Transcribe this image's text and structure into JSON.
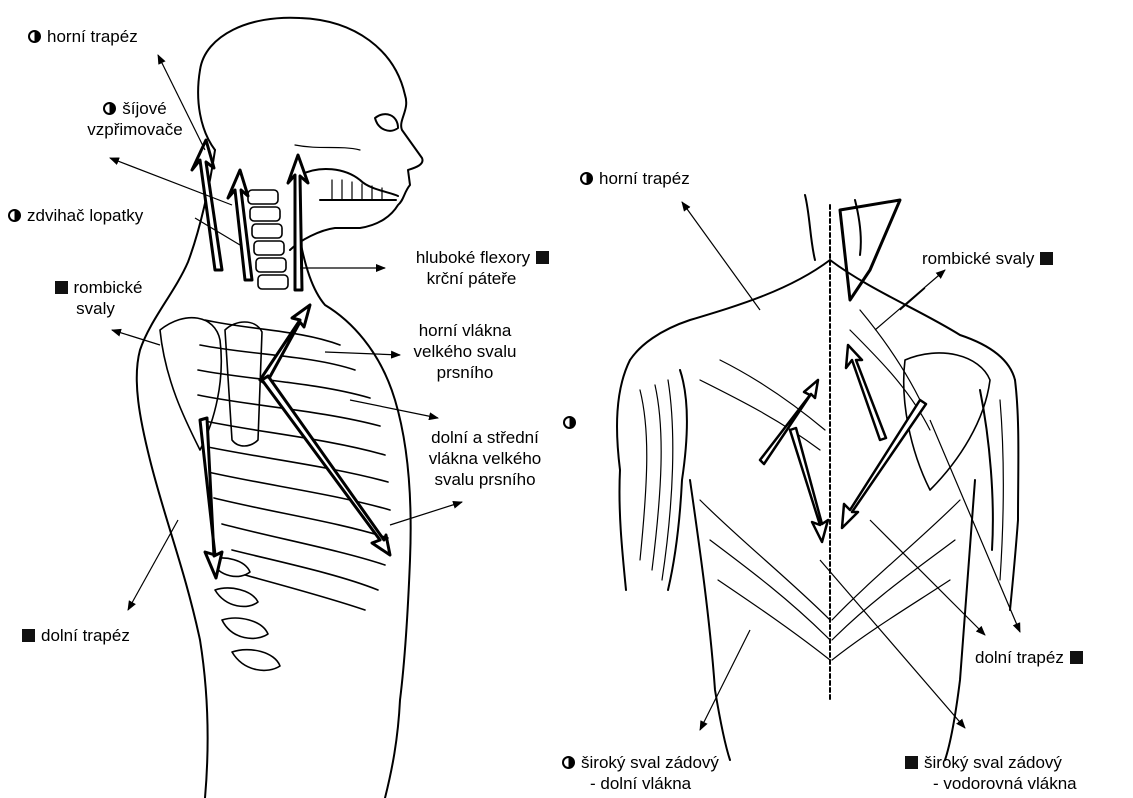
{
  "labels": {
    "left_upper_trapezius": "horní trapéz",
    "left_neck_erectors_line1": "šíjové",
    "left_neck_erectors_line2": "vzpřimovače",
    "left_levator_scapulae": "zdvihač lopatky",
    "left_rhomboids_line1": "rombické",
    "left_rhomboids_line2": "svaly",
    "left_deep_flexors_line1": "hluboké flexory",
    "left_deep_flexors_line2": "krční páteře",
    "left_upper_pec_line1": "horní vlákna",
    "left_upper_pec_line2": "velkého svalu",
    "left_upper_pec_line3": "prsního",
    "left_lower_pec_line1": "dolní a střední",
    "left_lower_pec_line2": "vlákna velkého",
    "left_lower_pec_line3": "svalu prsního",
    "left_lower_trapezius": "dolní trapéz",
    "right_upper_trapezius": "horní trapéz",
    "right_rhomboids": "rombické svaly",
    "right_lower_trapezius": "dolní trapéz",
    "right_lat_lower_line1": "široký sval zádový",
    "right_lat_lower_line2": "- dolní vlákna",
    "right_lat_horizontal_line1": "široký sval zádový",
    "right_lat_horizontal_line2": "- vodorovná vlákna"
  },
  "legend_markers": {
    "open_circle": "circle-marker",
    "filled_square": "square-marker"
  }
}
